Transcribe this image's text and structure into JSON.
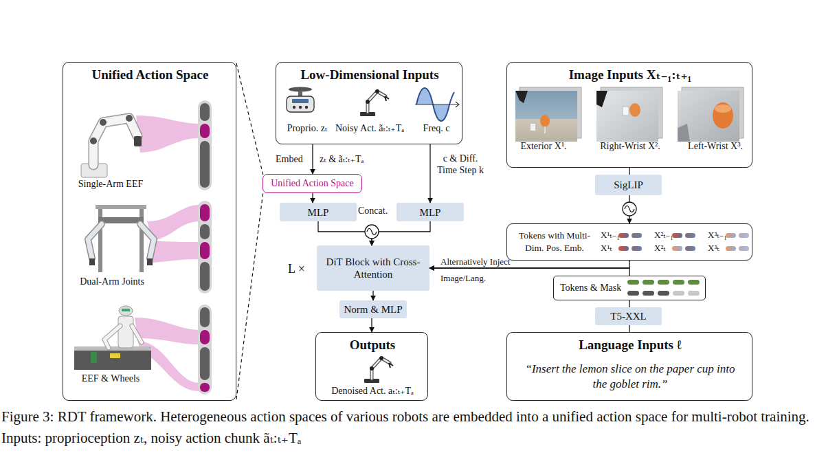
{
  "diagram": {
    "caption": "Figure 3: RDT framework. Heterogeneous action spaces of various robots are embedded into a unified action space for multi-robot training. Inputs: proprioception zₜ, noisy action chunk ãₜ:ₜ₊Tₐ",
    "nodes": [
      {
        "text": [
          "Unified Action Space"
        ]
      },
      {
        "text": [
          "Low-Dimensional Inputs",
          "Proprio. zₜ",
          "Noisy Act. ãₜ:ₜ₊Tₐ",
          "Freq. c"
        ]
      },
      {
        "text": [
          "Image Inputs Xₜ₋₁:ₜ₊₁",
          "Exterior X¹.",
          "Right-Wrist X².",
          "Left-Wrist X³."
        ]
      },
      {
        "text": [
          "Unified Action Space"
        ]
      },
      {
        "text": [
          "MLP"
        ]
      },
      {
        "text": [
          "MLP"
        ]
      },
      {
        "text": [
          "SigLIP"
        ]
      },
      {
        "text": [
          "DiT Block with Cross-Attention"
        ]
      },
      {
        "text": [
          "Tokens with Multi-Dim. Pos. Emb.",
          "X¹ₜ₋₁",
          "X²ₜ₋₁",
          "X³ₜ₋₁",
          "X¹ₜ",
          "X²ₜ",
          "X³ₜ"
        ]
      },
      {
        "text": [
          "Norm & MLP"
        ]
      },
      {
        "text": [
          "Tokens & Mask"
        ]
      },
      {
        "text": [
          "T5-XXL"
        ]
      },
      {
        "text": [
          "Outputs",
          "Denoised Act. aₜ:ₜ₊Tₐ"
        ]
      },
      {
        "text": [
          "Language Inputs ℓ",
          "“Insert the lemon slice on the paper cup into the goblet rim.”"
        ]
      }
    ],
    "edges": [
      {
        "from": 1,
        "to": 3,
        "arrow": "to",
        "label": "zₜ & ãₜ:ₜ₊Tₐ"
      },
      {
        "from": 3,
        "to": 4,
        "arrow": "to"
      },
      {
        "from": 1,
        "to": 5,
        "arrow": "to",
        "label": "c & Diff. Time Step k"
      },
      {
        "from": 4,
        "to": 7,
        "arrow": "to"
      },
      {
        "from": 5,
        "to": 7,
        "arrow": "to"
      },
      {
        "from": 7,
        "to": 9,
        "arrow": "to"
      },
      {
        "from": 9,
        "to": 12,
        "arrow": "to"
      },
      {
        "from": 2,
        "to": 6,
        "arrow": "none"
      },
      {
        "from": 6,
        "to": 8,
        "arrow": "to"
      },
      {
        "from": 8,
        "to": 7,
        "arrow": "to",
        "label": "Alternatively Inject Image/Lang."
      },
      {
        "from": 10,
        "to": 7,
        "arrow": "to"
      },
      {
        "from": 13,
        "to": 11,
        "arrow": "none"
      },
      {
        "from": 11,
        "to": 10,
        "arrow": "none"
      }
    ],
    "labels": [
      "Embed",
      "Concat.",
      "L ×",
      "Single-Arm EEF",
      "Dual-Arm Joints",
      "EEF & Wheels"
    ]
  }
}
